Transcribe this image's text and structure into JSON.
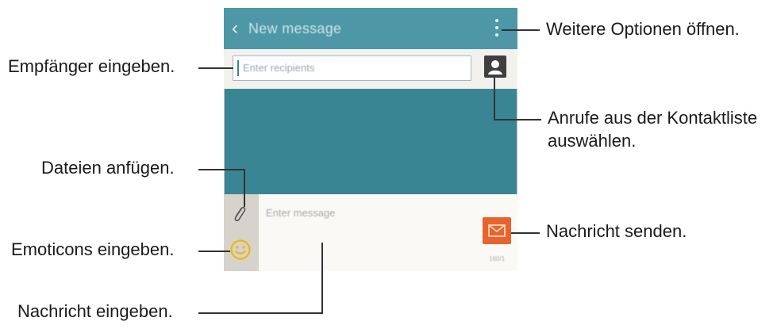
{
  "screen": {
    "title": "New message",
    "recipient_placeholder": "Enter recipients",
    "message_placeholder": "Enter message",
    "counter": "160/1"
  },
  "callouts": {
    "more_options": "Weitere Optionen öffnen.",
    "enter_recipients": "Empfänger eingeben.",
    "contacts_line1": "Anrufe aus der Kontaktliste",
    "contacts_line2": "auswählen.",
    "attach_files": "Dateien anfügen.",
    "emoticons": "Emoticons eingeben.",
    "send_message": "Nachricht senden.",
    "enter_message": "Nachricht eingeben."
  },
  "icons": {
    "back": "back-arrow-icon",
    "menu": "more-options-icon",
    "contact": "contact-icon",
    "attach": "paperclip-icon",
    "emoticon": "smiley-icon",
    "send": "send-envelope-icon"
  },
  "colors": {
    "appbar": "#4d97a6",
    "body": "#3a8593",
    "send": "#e8642d",
    "smiley": "#f2b700"
  }
}
